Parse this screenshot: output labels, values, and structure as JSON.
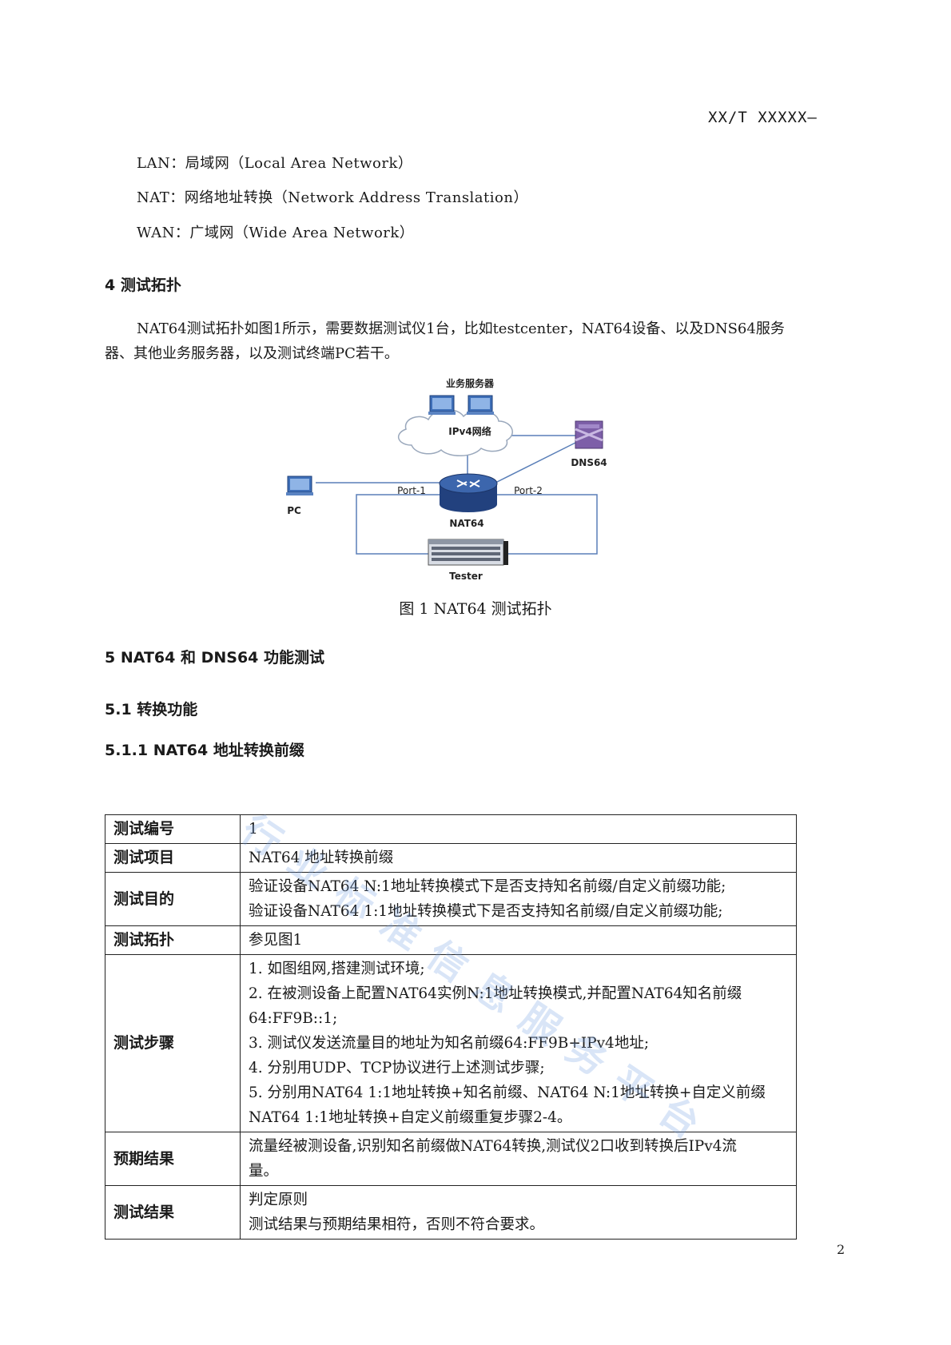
{
  "header": {
    "doc_code": "XX/T XXXXX—"
  },
  "abbreviations": [
    "LAN：局域网（Local Area Network）",
    "NAT：网络地址转换（Network Address Translation）",
    "WAN：广域网（Wide Area Network）"
  ],
  "section4": {
    "heading": "4  测试拓扑",
    "paragraph": "NAT64测试拓扑如图1所示，需要数据测试仪1台，比如testcenter，NAT64设备、以及DNS64服务器、其他业务服务器，以及测试终端PC若干。"
  },
  "figure": {
    "labels": {
      "servers": "业务服务器",
      "ipv4": "IPv4网络",
      "dns64": "DNS64",
      "pc": "PC",
      "port1": "Port-1",
      "port2": "Port-2",
      "nat64": "NAT64",
      "tester": "Tester"
    },
    "caption": "图 1 NAT64 测试拓扑"
  },
  "section5": {
    "heading": "5  NAT64 和 DNS64 功能测试"
  },
  "section51": {
    "heading": "5.1  转换功能"
  },
  "section511": {
    "heading": "5.1.1  NAT64 地址转换前缀"
  },
  "table": {
    "rows": [
      {
        "key": "测试编号",
        "lines": [
          "1"
        ]
      },
      {
        "key": "测试项目",
        "lines": [
          "NAT64 地址转换前缀"
        ]
      },
      {
        "key": "测试目的",
        "lines": [
          "验证设备NAT64 N:1地址转换模式下是否支持知名前缀/自定义前缀功能;",
          "验证设备NAT64 1:1地址转换模式下是否支持知名前缀/自定义前缀功能;"
        ]
      },
      {
        "key": "测试拓扑",
        "lines": [
          "参见图1"
        ]
      },
      {
        "key": "测试步骤",
        "lines": [
          "1.  如图组网,搭建测试环境;",
          "2.  在被测设备上配置NAT64实例N:1地址转换模式,并配置NAT64知名前缀",
          "64:FF9B::1;",
          "3.  测试仪发送流量目的地址为知名前缀64:FF9B+IPv4地址;",
          "4.  分别用UDP、TCP协议进行上述测试步骤;",
          "5.  分别用NAT64 1:1地址转换+知名前缀、NAT64 N:1地址转换+自定义前缀",
          "NAT64 1:1地址转换+自定义前缀重复步骤2-4。"
        ]
      },
      {
        "key": "预期结果",
        "lines": [
          "流量经被测设备,识别知名前缀做NAT64转换,测试仪2口收到转换后IPv4流",
          "量。"
        ]
      },
      {
        "key": "测试结果",
        "lines": [
          "判定原则",
          "测试结果与预期结果相符，否则不符合要求。"
        ]
      }
    ]
  },
  "watermark": "行业标准信息服务平台",
  "page_number": "2"
}
